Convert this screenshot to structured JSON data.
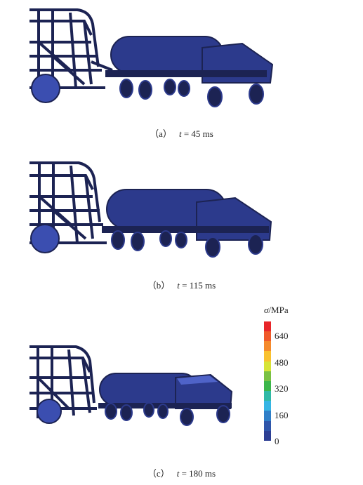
{
  "panels": [
    {
      "id": "a",
      "label": "（a）",
      "t_symbol": "t",
      "t_value": "= 45 ms"
    },
    {
      "id": "b",
      "label": "（b）",
      "t_symbol": "t",
      "t_value": "= 115 ms"
    },
    {
      "id": "c",
      "label": "（c）",
      "t_symbol": "t",
      "t_value": "= 180 ms"
    }
  ],
  "legend": {
    "symbol": "σ",
    "unit": "/MPa",
    "ticks": [
      "640",
      "480",
      "320",
      "160",
      "0"
    ],
    "colors_top_to_bottom": [
      "#e8262a",
      "#f0592a",
      "#f58a2c",
      "#f9c12f",
      "#d7e437",
      "#7ac143",
      "#3cb64a",
      "#30b9a6",
      "#36b5e4",
      "#2f7fc8",
      "#2f56aa",
      "#2d3f94"
    ]
  },
  "colors": {
    "mesh_dark": "#1c2353",
    "mesh_mid": "#2c3a8c",
    "mesh_light": "#3b4eb0",
    "highlight": "#4f63c8"
  }
}
